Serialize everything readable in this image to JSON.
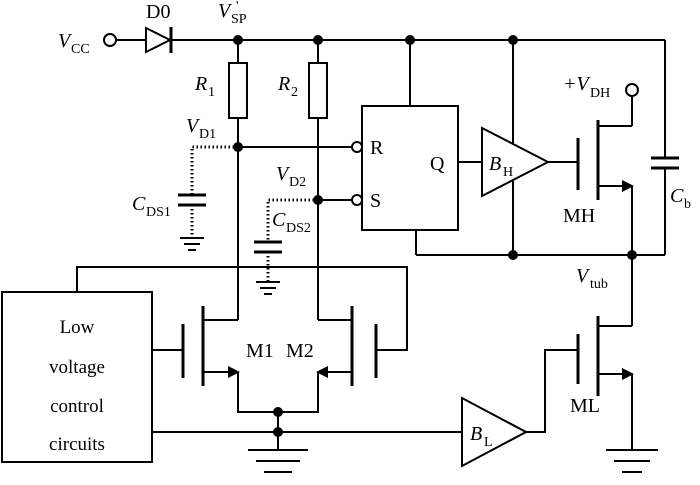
{
  "labels": {
    "vcc": {
      "main": "V",
      "sub": "CC"
    },
    "d0": "D0",
    "vsp": {
      "main": "V",
      "sub": "SP",
      "sup": "'"
    },
    "r1": {
      "main": "R",
      "sub": "1"
    },
    "r2": {
      "main": "R",
      "sub": "2"
    },
    "vd1": {
      "main": "V",
      "sub": "D1"
    },
    "vd2": {
      "main": "V",
      "sub": "D2"
    },
    "cds1": {
      "main": "C",
      "sub": "DS1"
    },
    "cds2": {
      "main": "C",
      "sub": "DS2"
    },
    "latch_r": "R",
    "latch_s": "S",
    "latch_q": "Q",
    "bh": {
      "main": "B",
      "sub": "H"
    },
    "bl": {
      "main": "B",
      "sub": "L"
    },
    "vdh": {
      "prefix": "+V",
      "sub": "DH"
    },
    "mh": "MH",
    "ml": "ML",
    "cb": {
      "main": "C",
      "sub": "b"
    },
    "vtub": {
      "main": "V",
      "sub": "tub"
    },
    "m1": "M1",
    "m2": "M2",
    "control_box": [
      "Low",
      "voltage",
      "control",
      "circuits"
    ]
  }
}
